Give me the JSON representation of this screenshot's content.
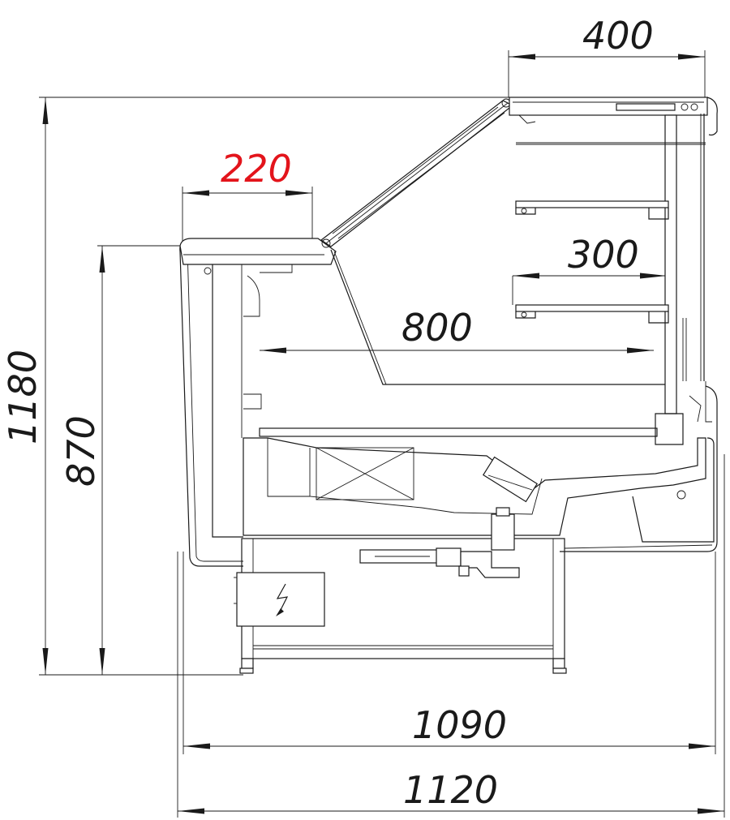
{
  "dimensions": {
    "top_depth": "400",
    "upper_shelf_depth": "220",
    "shelf_depth": "300",
    "display_depth": "800",
    "total_height": "1180",
    "counter_height": "870",
    "base_width": "1090",
    "total_width": "1120"
  },
  "colors": {
    "line": "#1a1a1a",
    "highlight": "#e3141b",
    "background": "#ffffff"
  },
  "icons": {
    "electrical": "lightning-bolt"
  }
}
